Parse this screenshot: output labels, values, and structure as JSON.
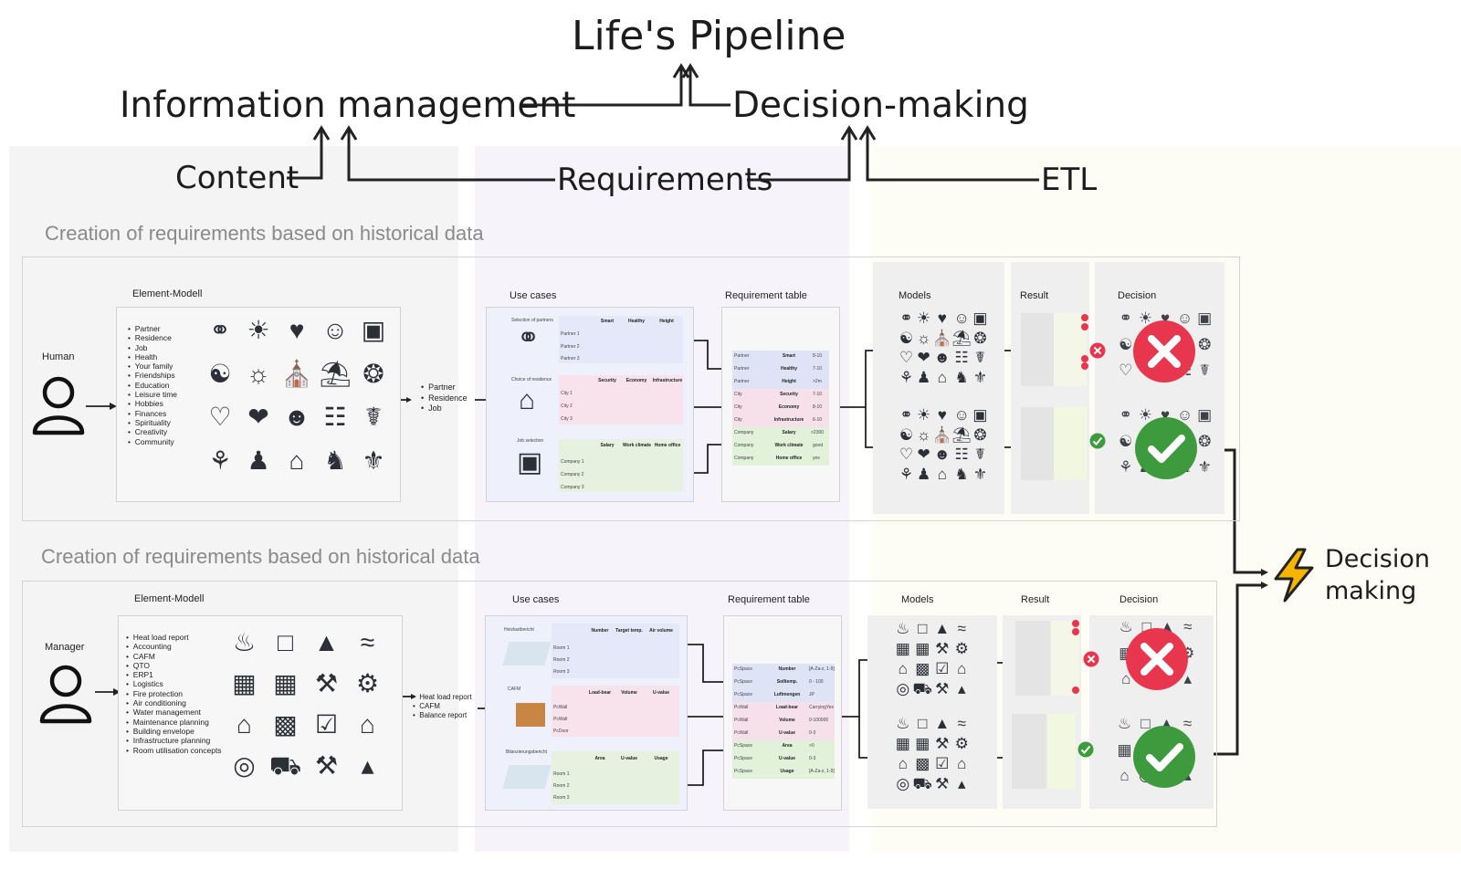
{
  "title": "Life's Pipeline",
  "info_management": "Information management",
  "decision_making_top": "Decision-making",
  "content": "Content",
  "requirements": "Requirements",
  "etl": "ETL",
  "decision_final": {
    "line1": "Decision",
    "line2": "making"
  },
  "colors": {
    "red": "#e8364f",
    "green": "#3d9b3d",
    "band_gray": "#f4f4f4",
    "band_lavender": "#f6f3fa",
    "band_yellow": "#fdfdf6"
  },
  "row1": {
    "section_title": "Creation of requirements based on historical data",
    "actor": "Human",
    "element_model_title": "Element-Modell",
    "categories": [
      "Partner",
      "Residence",
      "Job",
      "Health",
      "Your family",
      "Friendships",
      "Education",
      "Leisure time",
      "Hobbies",
      "Finances",
      "Spirituality",
      "Creativity",
      "Community"
    ],
    "selected": [
      "Partner",
      "Residence",
      "Job"
    ],
    "use_cases_title": "Use cases",
    "use_cases": [
      {
        "name": "Selection of partners",
        "headers": [
          "Smart",
          "Healthy",
          "Height"
        ],
        "rows": [
          "Partner 1",
          "Partner 2",
          "Partner 3"
        ]
      },
      {
        "name": "Choice of residence",
        "headers": [
          "Security",
          "Economy",
          "Infrastructure"
        ],
        "rows": [
          "City 1",
          "City 2",
          "City 3"
        ]
      },
      {
        "name": "Job selection",
        "headers": [
          "Salary",
          "Work climate",
          "Home office"
        ],
        "rows": [
          "Company 1",
          "Company 2",
          "Company 3"
        ]
      }
    ],
    "requirement_table_title": "Requirement table",
    "requirement_rows": [
      {
        "type": "Partner",
        "attr": "Smart",
        "val": "8-10"
      },
      {
        "type": "Partner",
        "attr": "Healthy",
        "val": "7-10"
      },
      {
        "type": "Partner",
        "attr": "Height",
        "val": ">2m"
      },
      {
        "type": "City",
        "attr": "Security",
        "val": "7-10"
      },
      {
        "type": "City",
        "attr": "Economy",
        "val": "8-10"
      },
      {
        "type": "City",
        "attr": "Infrastructure",
        "val": "6-10"
      },
      {
        "type": "Company",
        "attr": "Salary",
        "val": ">2300"
      },
      {
        "type": "Company",
        "attr": "Work climate",
        "val": "good"
      },
      {
        "type": "Company",
        "attr": "Home office",
        "val": "yes"
      }
    ],
    "models_title": "Models",
    "result_title": "Result",
    "decision_title": "Decision"
  },
  "row2": {
    "section_title": "Creation of requirements based on historical data",
    "actor": "Manager",
    "element_model_title": "Element-Modell",
    "categories": [
      "Heat load report",
      "Accounting",
      "CAFM",
      "QTO",
      "ERP1",
      "Logistics",
      "Fire protection",
      "Air conditioning",
      "Water management",
      "Maintenance planning",
      "Building envelope",
      "Infrastructure planning",
      "Room utilisation concepts"
    ],
    "selected": [
      "Heat load report",
      "CAFM",
      "Balance report"
    ],
    "use_cases_title": "Use cases",
    "use_cases": [
      {
        "name": "Heizlastbericht",
        "headers": [
          "Number",
          "Target temp.",
          "Air volume"
        ],
        "rows": [
          "Room 1",
          "Room 2",
          "Room 3"
        ]
      },
      {
        "name": "CAFM",
        "headers": [
          "Load-bear",
          "Volume",
          "U-value"
        ],
        "rows": [
          "PcWall",
          "PcWall",
          "PcDoor"
        ]
      },
      {
        "name": "Bilanzierungsbericht",
        "headers": [
          "Area",
          "U-value",
          "Usage"
        ],
        "rows": [
          "Room 1",
          "Room 2",
          "Room 3"
        ]
      }
    ],
    "requirement_table_title": "Requirement table",
    "requirement_rows": [
      {
        "type": "PcSpace",
        "attr": "Number",
        "val": "[A-Za-z, 1-9]"
      },
      {
        "type": "PcSpace",
        "attr": "Solltemp.",
        "val": "0 - 100"
      },
      {
        "type": "PcSpace",
        "attr": "Luftmengen",
        "val": "JP"
      },
      {
        "type": "PcWall",
        "attr": "Load-bear",
        "val": "CarryingYes"
      },
      {
        "type": "PcWall",
        "attr": "Volume",
        "val": "0-100000"
      },
      {
        "type": "PcWall",
        "attr": "U-value",
        "val": "0-3"
      },
      {
        "type": "PcSpace",
        "attr": "Area",
        "val": ">0"
      },
      {
        "type": "PcSpace",
        "attr": "U-value",
        "val": "0-3"
      },
      {
        "type": "PcSpace",
        "attr": "Usage",
        "val": "[A-Za-z, 1-9]"
      }
    ],
    "models_title": "Models",
    "result_title": "Result",
    "decision_title": "Decision"
  }
}
